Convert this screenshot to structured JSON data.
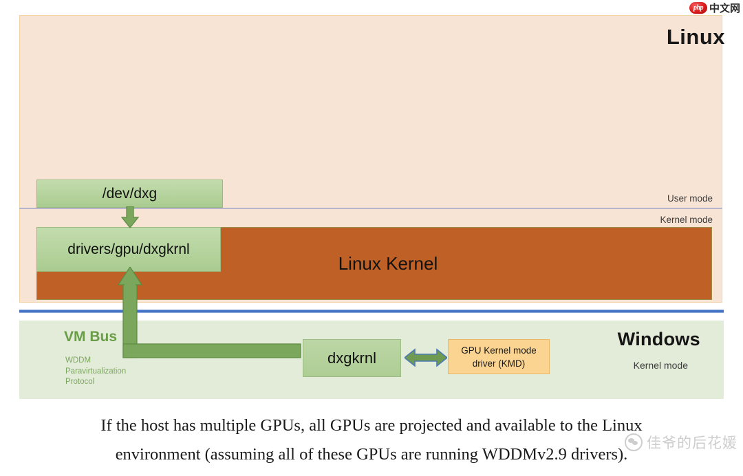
{
  "watermarks": {
    "top_right": {
      "badge": "php",
      "text": "中文网",
      "icon": "php-logo-icon"
    },
    "bottom_right": {
      "text": "佳爷的后花媛",
      "icon": "wechat-icon"
    }
  },
  "diagram": {
    "linux_panel": {
      "title": "Linux",
      "user_mode_label": "User mode",
      "kernel_mode_label": "Kernel mode",
      "kernel_bar_label": "Linux Kernel",
      "boxes": [
        {
          "id": "dev-dxg",
          "label": "/dev/dxg"
        },
        {
          "id": "drivers-gpu-dxgkrnl",
          "label": "drivers/gpu/dxgkrnl"
        }
      ]
    },
    "windows_panel": {
      "title": "Windows",
      "kernel_mode_label": "Kernel mode",
      "vmbus_title": "VM Bus",
      "vmbus_sub_lines": [
        "WDDM",
        "Paravirtualization",
        "Protocol"
      ],
      "boxes": [
        {
          "id": "dxgkrnl",
          "label": "dxgkrnl"
        },
        {
          "id": "gpu-kmd",
          "line1": "GPU Kernel mode",
          "line2": "driver (KMD)"
        }
      ]
    },
    "arrows": [
      {
        "id": "dev-dxg-to-dxgkrnl",
        "direction": "down"
      },
      {
        "id": "vmbus-to-linux-dxgkrnl",
        "direction": "right-then-up"
      },
      {
        "id": "dxgkrnl-to-kmd",
        "direction": "bidirectional"
      }
    ]
  },
  "caption": {
    "line1": "If the host has multiple GPUs, all GPUs are projected and available to the Linux",
    "line2": "environment (assuming all of these GPUs are running WDDMv2.9 drivers)."
  },
  "colors": {
    "linux_panel_bg": "#f8e4d5",
    "linux_kernel_bar": "#bf6026",
    "windows_panel_bg": "#e3ebd9",
    "green_box": "#b4d39c",
    "kmd_box": "#fbd491",
    "arrow_green": "#7ba75d",
    "separator_blue": "#4472c4",
    "vmbus_green": "#6a9d48"
  }
}
